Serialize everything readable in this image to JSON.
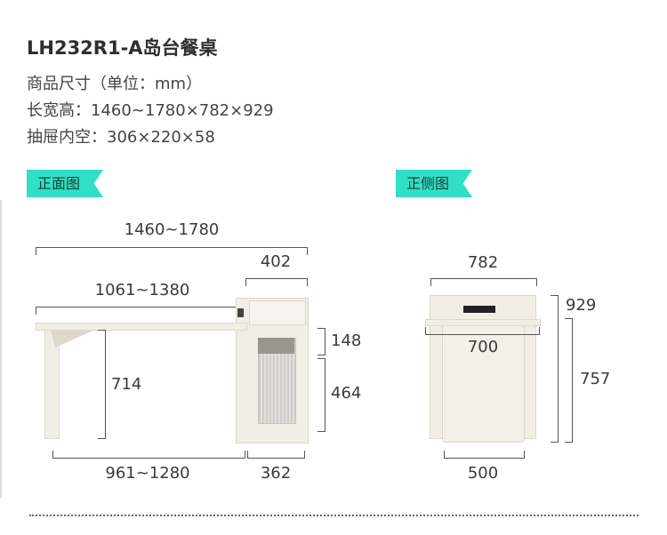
{
  "header": {
    "title": "LH232R1-A岛台餐桌",
    "size_unit": "商品尺寸（单位：mm）",
    "overall_dims": "长宽高：1460~1780×782×929",
    "drawer_dims": "抽屉内空：306×220×58"
  },
  "front_view": {
    "tag": "正面图",
    "total_length": "1460~1780",
    "cabinet_width": "402",
    "table_top_length": "1061~1380",
    "table_height": "714",
    "drawer_height": "148",
    "door_height": "464",
    "base_length": "961~1280",
    "cabinet_depth": "362"
  },
  "side_view": {
    "tag": "正侧图",
    "width": "782",
    "top_width": "700",
    "total_height": "929",
    "table_height": "757",
    "base_width": "500"
  },
  "colors": {
    "tag": "#2fe0c6",
    "furniture": "#f1eee5",
    "text": "#3a3a3a"
  }
}
